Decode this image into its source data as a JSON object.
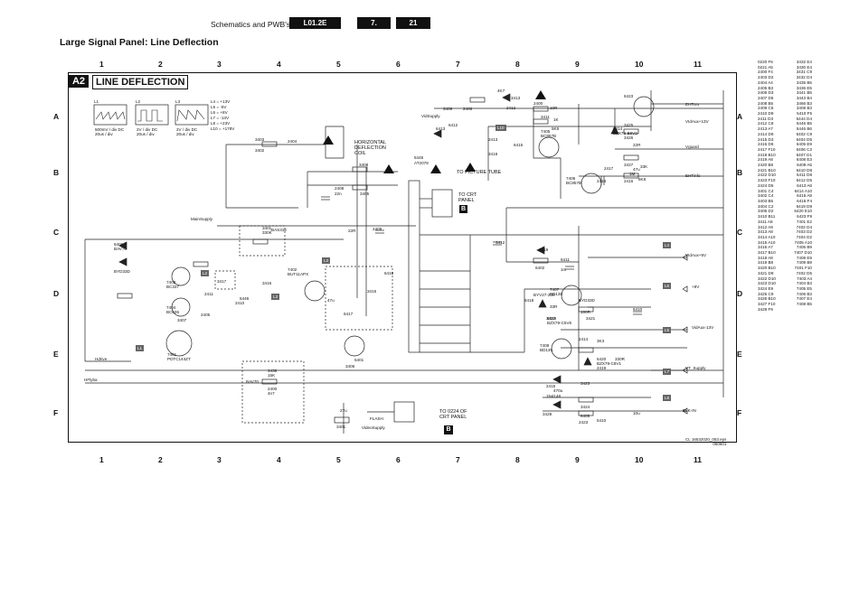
{
  "header": {
    "title": "Schematics and PWB's",
    "tag_code": "L01.2E",
    "tag_chapter": "7.",
    "tag_page": "21"
  },
  "page_title": "Large Signal Panel: Line Deflection",
  "sheet": {
    "code": "A2",
    "title": "LINE DEFLECTION",
    "cols": [
      "1",
      "2",
      "3",
      "4",
      "5",
      "6",
      "7",
      "8",
      "9",
      "10",
      "11"
    ],
    "rows": [
      "A",
      "B",
      "C",
      "D",
      "E",
      "F"
    ]
  },
  "waveforms": [
    {
      "name": "L1",
      "caption": "500mV / div DC\n20us / div"
    },
    {
      "name": "L2",
      "caption": "2V / div DC\n20us / div"
    },
    {
      "name": "L3",
      "caption": "2V / div DC\n20us / div"
    }
  ],
  "supply_list": [
    "L4 = +13V",
    "L5 = -5V",
    "L6 = +8V",
    "L7 = -13V",
    "L8 = +23V",
    "L10 = +178V"
  ],
  "labels": {
    "hor_coil": "HORIZONTAL\nDEFLECTION\nCOIL",
    "to_tube": "TO PICTURE TUBE",
    "to_crt": "TO CRT\nPANEL",
    "to_0224": "TO 0224 OF\nCRT PANEL",
    "connector_b": "B",
    "r5445": "5445",
    "r5445v": "AT2078",
    "t7402": "7402\nBUT11APX",
    "t7403": "7403\nBC337",
    "t7404": "7404\nBC636",
    "t7401": "7401\nPDTC144ZT",
    "d6401": "6401\nBAV70",
    "r3401": "3401\n330K",
    "r3438": "3438\n15K",
    "c2400": "2400\n4n7",
    "q7405": "7405\nBC857B",
    "q7406": "7406\nBC857B",
    "t7407": "7407\nBD135",
    "t7408": "7408\nBD135",
    "d6414": "6414\nBZX79-B9V2",
    "d6419": "6419\nBZX79-C5V6",
    "d6420": "6420\nBZX79-C8V1",
    "vsupply": "VidSupply",
    "hdrive": "Hdrive",
    "hflyback": "HFlyba",
    "mainsupply": "MainSupply",
    "flash": "FLASH",
    "vidsupply2": "VideoSupply",
    "stamp": "CL 16532020_053.eps\n050601",
    "rails": [
      "VIdAux+13V",
      "VIdAux+5V",
      "+8V",
      "VidAux-13V",
      "VT_Supply",
      "BLK-IN",
      "Vguard",
      "EHTinfo",
      "EHTcro"
    ],
    "parts": [
      "3403",
      "3402",
      "2404",
      "3408",
      "2408",
      "3405",
      "2409",
      "22n",
      "22R",
      "5401",
      "3406",
      "3407",
      "2405",
      "2410",
      "3416",
      "5446",
      "3417",
      "2411",
      "47u",
      "6417",
      "3415",
      "6416",
      "3409",
      "2406",
      "2400",
      "3411",
      "3412",
      "3413",
      "2412",
      "6413",
      "6412",
      "2413",
      "6415",
      "3418",
      "3419",
      "6402",
      "BYV27-200",
      "6418",
      "BYD33D",
      "3421",
      "33R",
      "3422",
      "100R",
      "2414",
      "1m",
      "2415",
      "470u",
      "3423",
      "3424",
      "6405",
      "6423",
      "3425",
      "3426",
      "3427",
      "2416",
      "2417",
      "2418",
      "6410",
      "2419",
      "6411",
      "3428",
      "5410",
      "27u",
      "3401",
      "BAS316",
      "BAV70",
      "BYD33D",
      "1N4148",
      "4K7",
      "10R",
      "1K",
      "5K6",
      "8K8",
      "22R",
      "33K",
      "47u",
      "1M",
      "3K3",
      "330R",
      "2423",
      "10u"
    ]
  },
  "index": [
    "0220 F6",
    "0221 A5",
    "2400 F4",
    "2403 D2",
    "2404 A4",
    "2405 B3",
    "2406 D3",
    "2407 D5",
    "2408 B5",
    "2409 C6",
    "2410 D9",
    "2411 D3",
    "2412 C8",
    "2413 A7",
    "2414 D9",
    "2415 D3",
    "2416 D6",
    "2417 F10",
    "2418 B10",
    "2419 A8",
    "2420 B8",
    "2421 B10",
    "2422 D10",
    "2423 F10",
    "2424 D5",
    "3401 C4",
    "3402 C4",
    "3403 B5",
    "3404 C2",
    "3406 D2",
    "3410 B11",
    "3411 A8",
    "3412 A9",
    "3413 A8",
    "3414 A10",
    "3415 A10",
    "3416 A7",
    "3417 B10",
    "3418 A8",
    "3419 B8",
    "3420 B10",
    "3421 D9",
    "3422 D10",
    "3423 D10",
    "3424 E9",
    "3425 C9",
    "3426 B10",
    "3427 F10",
    "3428 F9",
    "3432 E4",
    "3430 E4",
    "3431 C9",
    "3432 D4",
    "3435 B5",
    "3436 E5",
    "3441 B5",
    "3443 B4",
    "3466 B3",
    "3408 B3",
    "5410 F5",
    "5444 D4",
    "5445 B5",
    "5446 B6",
    "6402 C9",
    "6404 D5",
    "6405 E9",
    "6406 C2",
    "6407 D1",
    "6408 E3",
    "6409 A5",
    "6410 D8",
    "6411 D8",
    "6412 D5",
    "6413 A8",
    "6414 A10",
    "6415 A8",
    "6415 F4",
    "6419 D9",
    "6420 E10",
    "6423 F9",
    "7401 E2",
    "7402 D4",
    "7403 D2",
    "7404 D2",
    "7405 A10",
    "7406 B9",
    "7407 D10",
    "7408 E9",
    "7409 B9",
    "7401 F10",
    "7402 D5",
    "7403 A4",
    "7404 B3",
    "7405 E5",
    "7406 B3",
    "7407 E4",
    "7408 B5"
  ]
}
